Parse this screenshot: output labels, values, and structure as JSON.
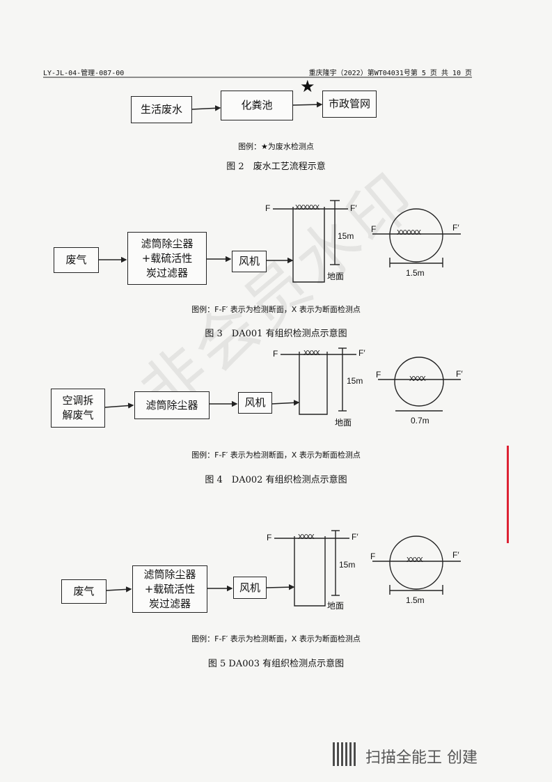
{
  "header": {
    "left": "LY-JL-04-管理-087-00",
    "right": "重庆隆宇（2022）第WT04031号第 5 页 共 10 页"
  },
  "fig2": {
    "box1": "生活废水",
    "box2": "化粪池",
    "box3": "市政管网",
    "star": "★",
    "legend": "图例：★为废水检测点",
    "caption": "图 2　废水工艺流程示意"
  },
  "fig3": {
    "source": "废气",
    "treatment": "滤筒除尘器\n+载硫活性\n炭过滤器",
    "fan": "风机",
    "f": "F",
    "fp": "F′",
    "points": "XXXXXX",
    "height": "15m",
    "ground": "地面",
    "diameter": "1.5m",
    "legend": "图例：F-F′ 表示为检测断面，X 表示为断面检测点",
    "caption": "图 3　DA001 有组织检测点示意图"
  },
  "fig4": {
    "source": "空调拆\n解废气",
    "treatment": "滤筒除尘器",
    "fan": "风机",
    "f": "F",
    "fp": "F′",
    "points": "XXXX",
    "height": "15m",
    "ground": "地面",
    "diameter": "0.7m",
    "legend": "图例：F-F′ 表示为检测断面，X 表示为断面检测点",
    "caption": "图 4　DA002 有组织检测点示意图"
  },
  "fig5": {
    "source": "废气",
    "treatment": "滤筒除尘器\n+载硫活性\n炭过滤器",
    "fan": "风机",
    "f": "F",
    "fp": "F′",
    "points": "XXXX",
    "height": "15m",
    "ground": "地面",
    "diameter": "1.5m",
    "legend": "图例：F-F′ 表示为检测断面，X 表示为断面检测点",
    "caption": "图 5 DA003 有组织检测点示意图"
  },
  "watermark": "非会员水印",
  "footer": "扫描全能王 创建"
}
